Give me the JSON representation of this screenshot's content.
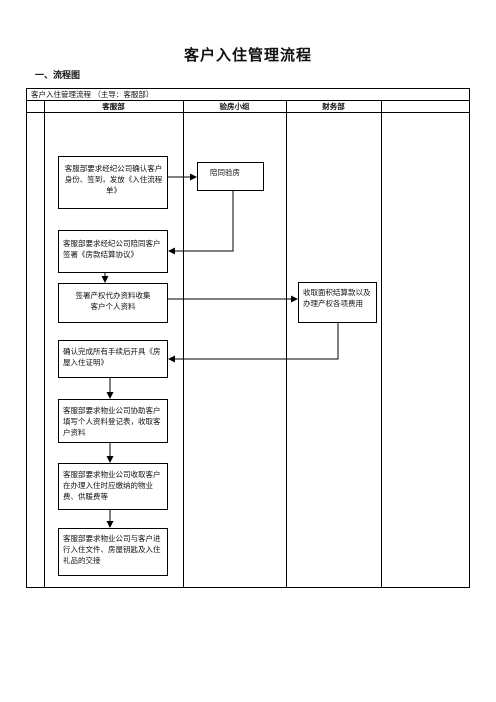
{
  "page": {
    "title": "客户入住管理流程",
    "section": "一、流程图",
    "caption": "客户入住管理流程 （主导：客服部）"
  },
  "columns": [
    "客服部",
    "验房小组",
    "财务部"
  ],
  "boxes": {
    "b1": "客服部要求经纪公司确认客户身份、签到，发放《入住流程单》",
    "b2": "陪同验房",
    "b3": "客服部要求经纪公司陪同客户签署《房款结算协议》",
    "b4": "签署产权代办资料收集客户个人资料",
    "b5": "收取面积结算款以及办理产权各项费用",
    "b6": "确认完成所有手续后开具《房屋入住证明》",
    "b7": "客服部要求物业公司协助客户填写个人资料登记表，收取客户资料",
    "b8": "客服部要求物业公司收取客户在办理入住时应缴纳的物业费、供暖费等",
    "b9": "客服部要求物业公司与客户进行入住文件、房屋钥匙及入住礼品的交接"
  }
}
